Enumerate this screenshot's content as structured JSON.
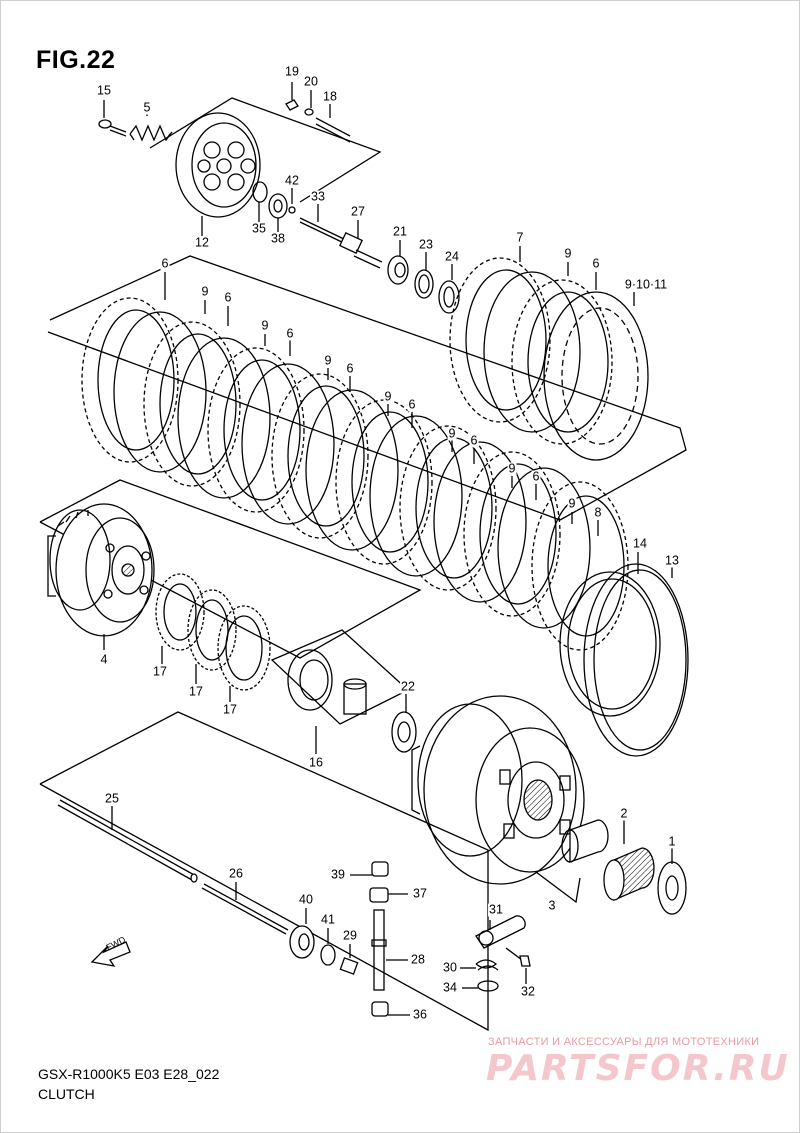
{
  "figure": {
    "title": "FIG.22",
    "model_code": "GSX-R1000K5  E03  E28_022",
    "section_name": "CLUTCH",
    "direction_label": "FWD"
  },
  "callouts": [
    {
      "id": "c15",
      "text": "15"
    },
    {
      "id": "c5",
      "text": "5"
    },
    {
      "id": "c19",
      "text": "19"
    },
    {
      "id": "c20",
      "text": "20"
    },
    {
      "id": "c18",
      "text": "18"
    },
    {
      "id": "c42",
      "text": "42"
    },
    {
      "id": "c33",
      "text": "33"
    },
    {
      "id": "c35",
      "text": "35"
    },
    {
      "id": "c38",
      "text": "38"
    },
    {
      "id": "c12",
      "text": "12"
    },
    {
      "id": "c27",
      "text": "27"
    },
    {
      "id": "c21",
      "text": "21"
    },
    {
      "id": "c23",
      "text": "23"
    },
    {
      "id": "c24",
      "text": "24"
    },
    {
      "id": "c7",
      "text": "7"
    },
    {
      "id": "c9a",
      "text": "9"
    },
    {
      "id": "c6a",
      "text": "6"
    },
    {
      "id": "c91011",
      "text": "9·10·11"
    },
    {
      "id": "c6b",
      "text": "6"
    },
    {
      "id": "c9b",
      "text": "9"
    },
    {
      "id": "c6c",
      "text": "6"
    },
    {
      "id": "c9c",
      "text": "9"
    },
    {
      "id": "c6d",
      "text": "6"
    },
    {
      "id": "c9d",
      "text": "9"
    },
    {
      "id": "c6e",
      "text": "6"
    },
    {
      "id": "c9e",
      "text": "9"
    },
    {
      "id": "c6f",
      "text": "6"
    },
    {
      "id": "c9f",
      "text": "9"
    },
    {
      "id": "c6g",
      "text": "6"
    },
    {
      "id": "c9g",
      "text": "9"
    },
    {
      "id": "c6h",
      "text": "6"
    },
    {
      "id": "c9h",
      "text": "9"
    },
    {
      "id": "c8",
      "text": "8"
    },
    {
      "id": "c14",
      "text": "14"
    },
    {
      "id": "c13",
      "text": "13"
    },
    {
      "id": "c4",
      "text": "4"
    },
    {
      "id": "c17a",
      "text": "17"
    },
    {
      "id": "c17b",
      "text": "17"
    },
    {
      "id": "c17c",
      "text": "17"
    },
    {
      "id": "c22",
      "text": "22"
    },
    {
      "id": "c16",
      "text": "16"
    },
    {
      "id": "c25",
      "text": "25"
    },
    {
      "id": "c26",
      "text": "26"
    },
    {
      "id": "c2",
      "text": "2"
    },
    {
      "id": "c1",
      "text": "1"
    },
    {
      "id": "c3",
      "text": "3"
    },
    {
      "id": "c39",
      "text": "39"
    },
    {
      "id": "c37",
      "text": "37"
    },
    {
      "id": "c40",
      "text": "40"
    },
    {
      "id": "c41",
      "text": "41"
    },
    {
      "id": "c29",
      "text": "29"
    },
    {
      "id": "c28",
      "text": "28"
    },
    {
      "id": "c31",
      "text": "31"
    },
    {
      "id": "c30",
      "text": "30"
    },
    {
      "id": "c34",
      "text": "34"
    },
    {
      "id": "c32",
      "text": "32"
    },
    {
      "id": "c36",
      "text": "36"
    }
  ],
  "watermark": {
    "tagline": "ЗАПЧАСТИ И АКСЕССУАРЫ ДЛЯ МОТОТЕХНИКИ",
    "logo": "PARTSFOR.RU"
  }
}
